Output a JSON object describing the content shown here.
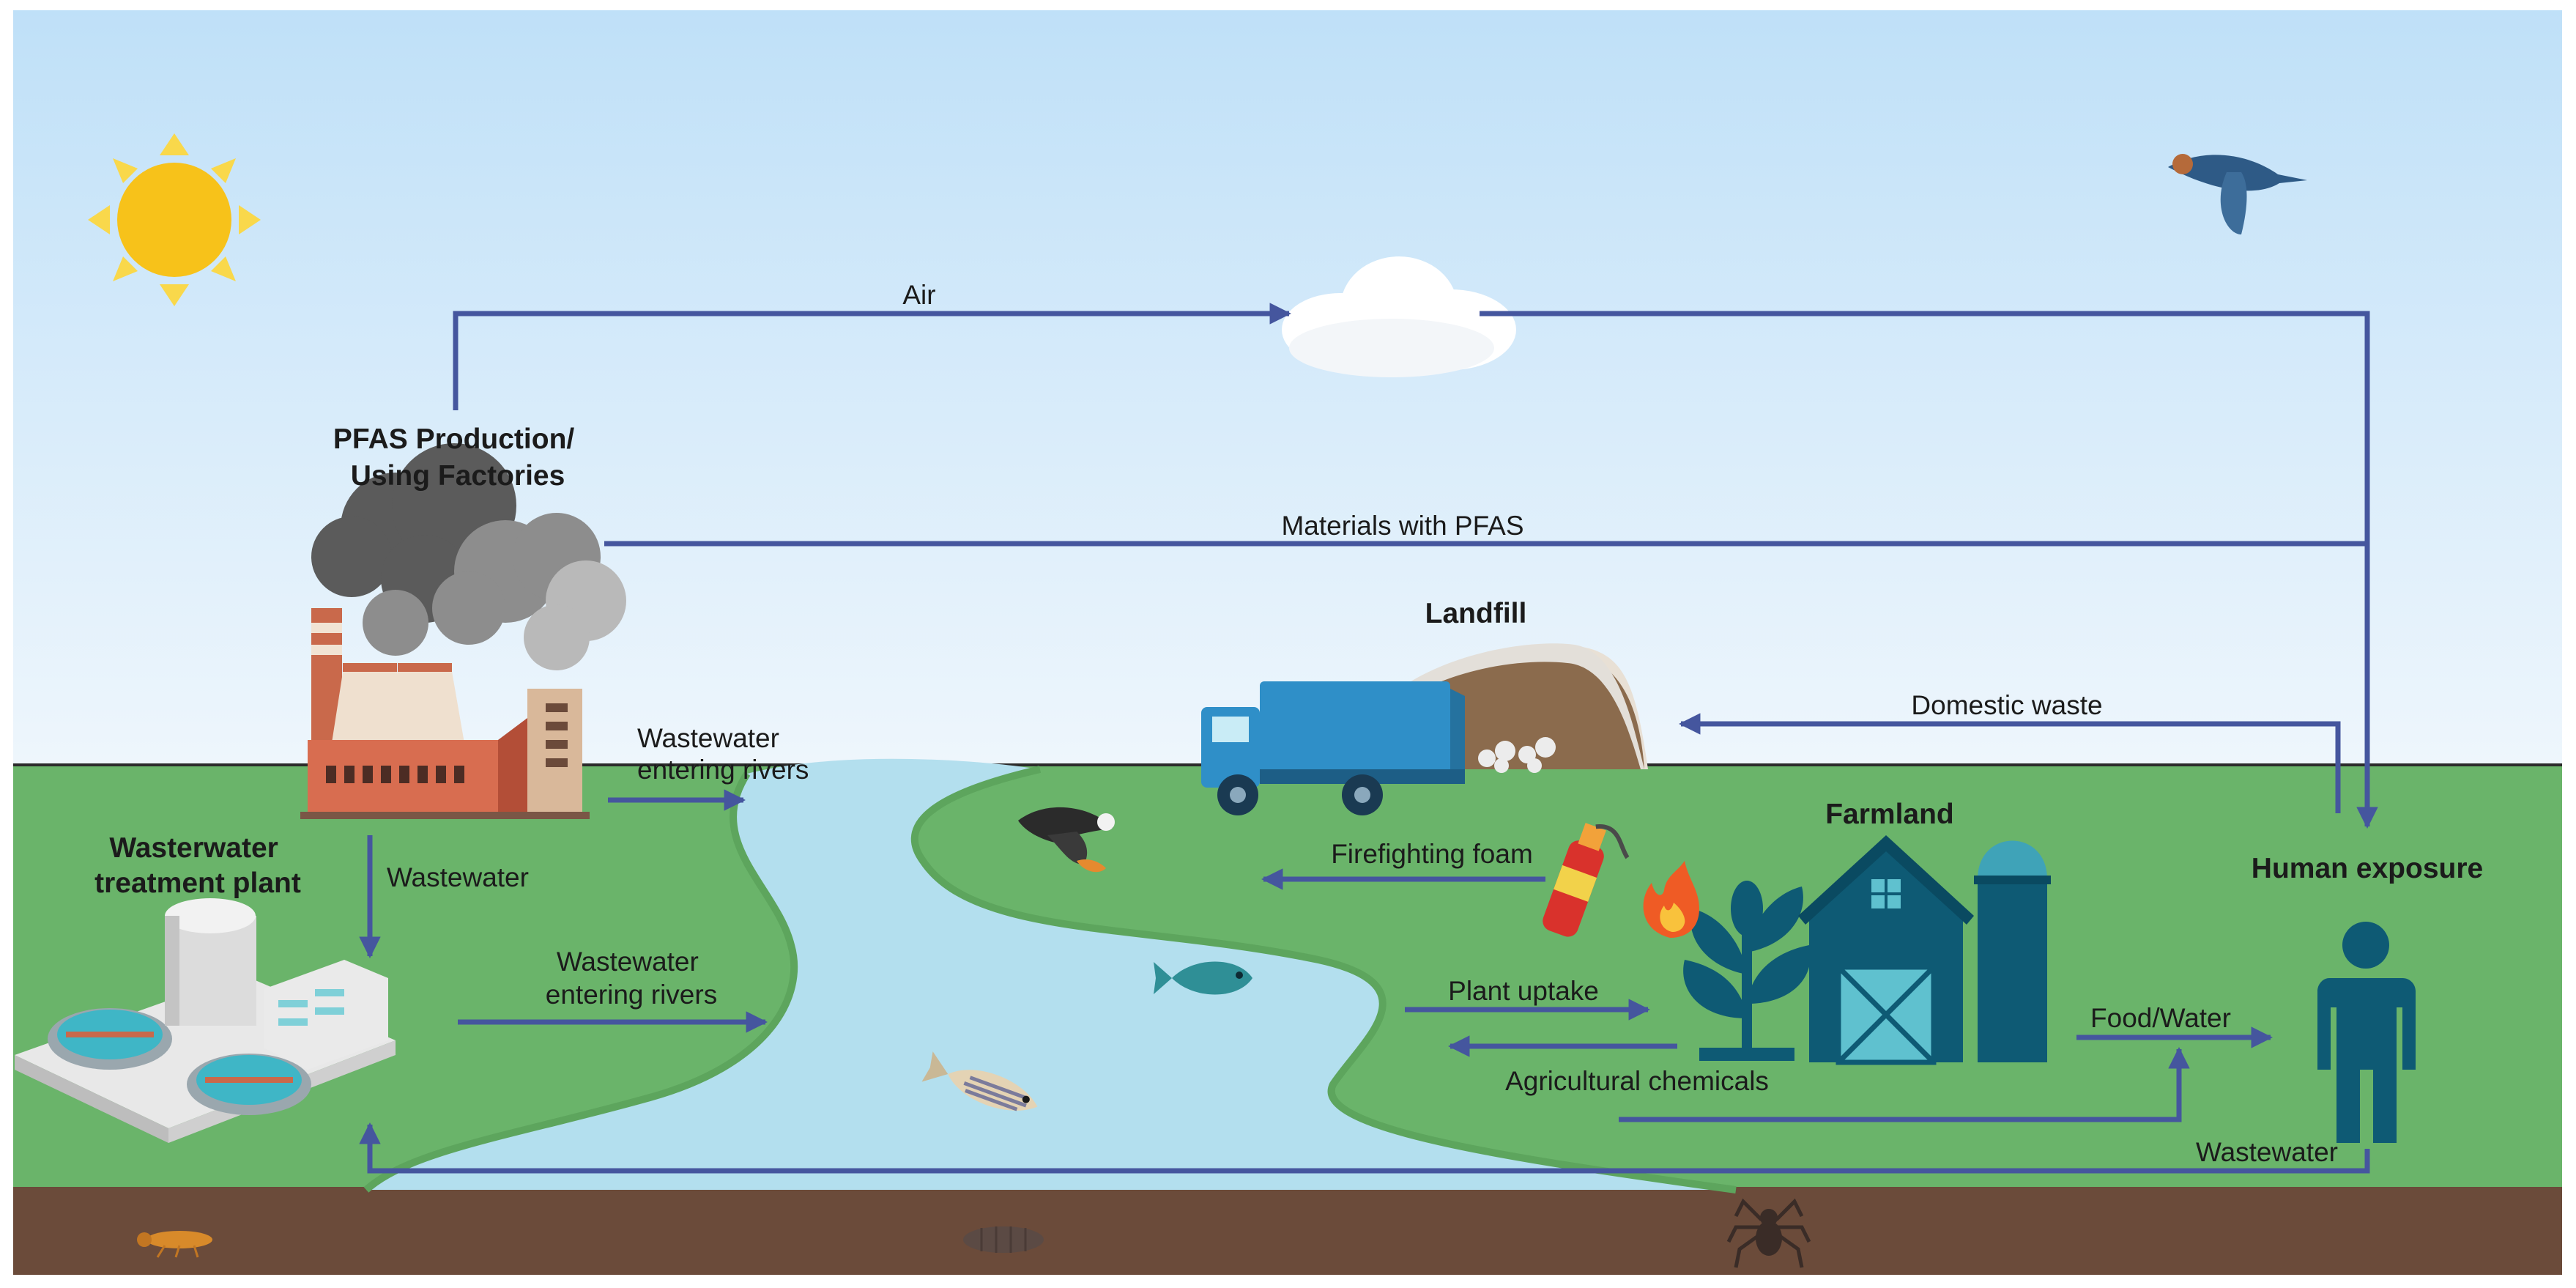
{
  "labels": {
    "factory": [
      "PFAS Production/",
      "Using Factories"
    ],
    "wwtp": [
      "Wasterwater",
      "treatment plant"
    ],
    "landfill": "Landfill",
    "farmland": "Farmland",
    "human": "Human exposure"
  },
  "flows": {
    "air": "Air",
    "materials": "Materials with PFAS",
    "wastewater_rivers_top": [
      "Wastewater",
      "entering rivers"
    ],
    "wastewater_down": "Wastewater",
    "wastewater_rivers_bottom": [
      "Wastewater",
      "entering rivers"
    ],
    "domestic_waste": "Domestic waste",
    "firefighting_foam": "Firefighting foam",
    "plant_uptake": "Plant uptake",
    "agricultural_chemicals": "Agricultural chemicals",
    "food_water": "Food/Water",
    "wastewater_return": "Wastewater"
  },
  "colors": {
    "arrow": "#45569e",
    "sky_top": "#bfe0f8",
    "grass": "#6ab46a",
    "river": "#b3dfee",
    "soil": "#6b4b3a",
    "farm_icon": "#0e5a74"
  },
  "icons": [
    "sun-icon",
    "bird-icon",
    "cloud-icon",
    "factory-icon",
    "treatment-plant-icon",
    "garbage-truck-icon",
    "landfill-mound-icon",
    "fire-extinguisher-icon",
    "fire-icon",
    "plant-icon",
    "barn-icon",
    "silo-icon",
    "person-icon",
    "eagle-icon",
    "fish-icon",
    "zebrafish-icon",
    "insect-icon",
    "spider-icon"
  ]
}
